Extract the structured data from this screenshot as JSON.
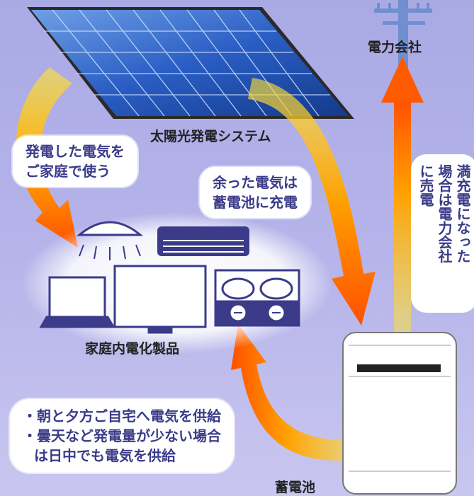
{
  "labels": {
    "solar": "太陽光発電システム",
    "utility": "電力会社",
    "appliances": "家庭内電化製品",
    "battery": "蓄電池"
  },
  "bubbles": {
    "use_at_home": [
      "発電した電気を",
      "ご家庭で使う"
    ],
    "charge_surplus": [
      "余った電気は",
      "蓄電池に充電"
    ],
    "sell_when_full": [
      "満充電になった",
      "場合は電力会社",
      "に売電"
    ],
    "supply": [
      "・朝と夕方ご自宅へ電気を供給",
      "・曇天など発電量が少ない場合",
      "は日中でも電気を供給"
    ]
  },
  "colors": {
    "arrow_start": "#ffd21a",
    "arrow_end": "#ff5a00",
    "panel": "#1e4aa8",
    "appliance_stroke": "#3b3b8a",
    "battery_bar": "#222222"
  }
}
